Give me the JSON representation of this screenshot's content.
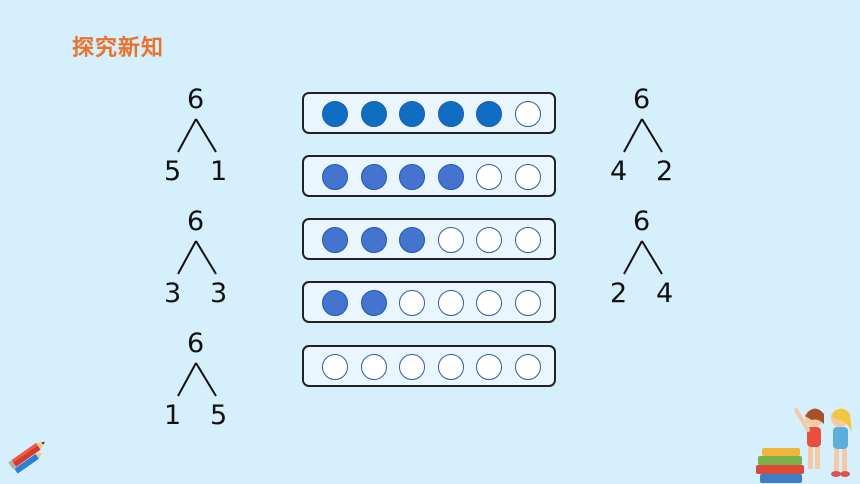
{
  "title": "探究新知",
  "colors": {
    "title": "#e8732c",
    "filled_row1": "#0f6ec2",
    "filled_other": "#4574cf",
    "empty": "#ffffff"
  },
  "trees": {
    "t1": {
      "whole": "6",
      "left": "5",
      "right": "1"
    },
    "t2": {
      "whole": "6",
      "left": "3",
      "right": "3"
    },
    "t3": {
      "whole": "6",
      "left": "1",
      "right": "5"
    },
    "t4": {
      "whole": "6",
      "left": "4",
      "right": "2"
    },
    "t5": {
      "whole": "6",
      "left": "2",
      "right": "4"
    }
  },
  "dot_rows": [
    {
      "filled": 5,
      "total": 6
    },
    {
      "filled": 4,
      "total": 6
    },
    {
      "filled": 3,
      "total": 6
    },
    {
      "filled": 2,
      "total": 6
    },
    {
      "filled": 0,
      "total": 6
    }
  ]
}
